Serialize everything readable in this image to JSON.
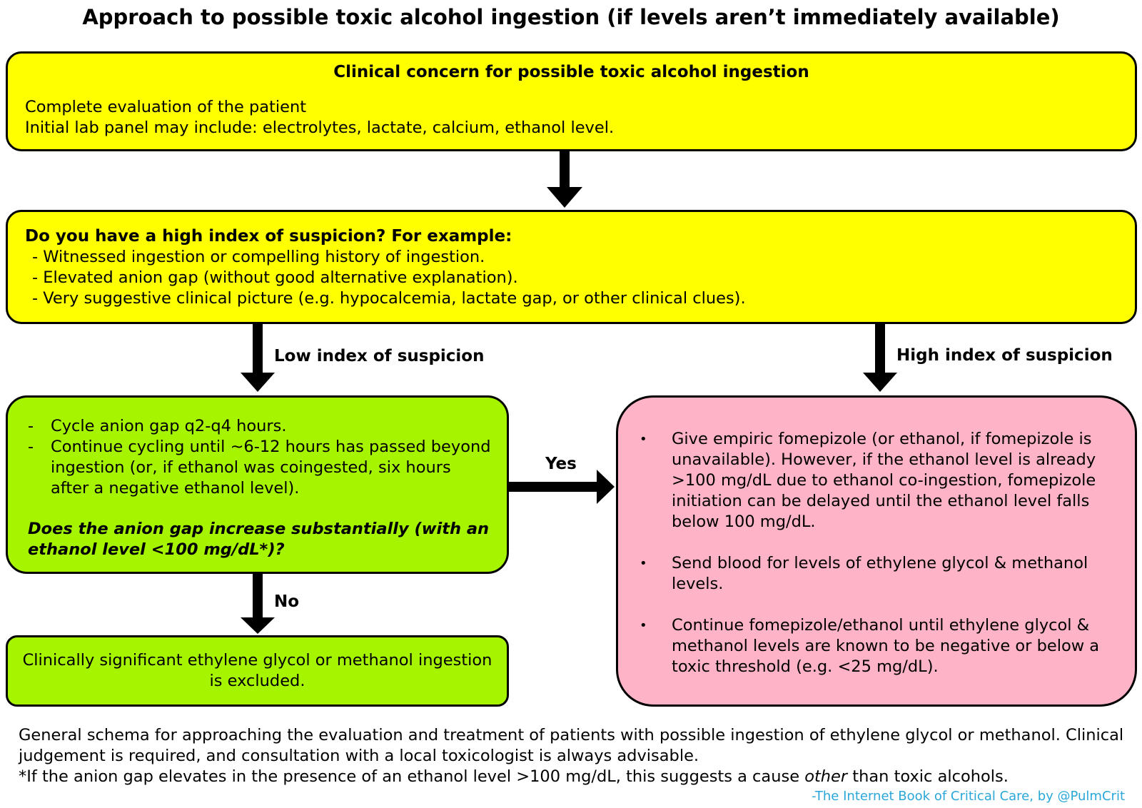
{
  "title": "Approach to possible toxic alcohol ingestion (if levels aren’t immediately available)",
  "concern_box": {
    "title": "Clinical concern for possible toxic alcohol ingestion",
    "lines": [
      "Complete evaluation of the patient",
      "Initial lab panel may include: electrolytes, lactate, calcium, ethanol level."
    ]
  },
  "suspicion_box": {
    "title": "Do you have a high index of suspicion?  For example:",
    "items": [
      "- Witnessed ingestion or compelling history of ingestion.",
      "- Elevated anion gap (without good alternative explanation).",
      "- Very suggestive clinical picture (e.g. hypocalcemia, lactate gap, or other clinical clues)."
    ]
  },
  "branches": {
    "low": "Low index of suspicion",
    "high": "High index of suspicion",
    "yes": "Yes",
    "no": "No"
  },
  "cycle_box": {
    "items": [
      "Cycle anion gap q2-q4 hours.",
      "Continue cycling until ~6-12 hours has passed beyond ingestion (or, if ethanol was coingested, six hours after a negative ethanol level)."
    ],
    "question": "Does the anion gap increase substantially (with an ethanol level <100 mg/dL*)?"
  },
  "excluded_box": {
    "text": "Clinically significant ethylene glycol or methanol ingestion is excluded."
  },
  "action_box": {
    "items": [
      "Give empiric fomepizole (or ethanol, if fomepizole is unavailable).  However, if the ethanol level is already >100 mg/dL due to ethanol co-ingestion, fomepizole initiation can be delayed until the ethanol level falls below 100 mg/dL.",
      "Send blood for levels of ethylene glycol & methanol levels.",
      "Continue fomepizole/ethanol until ethylene glycol & methanol levels are known to be negative or below a toxic threshold (e.g. <25 mg/dL)."
    ]
  },
  "footer": {
    "line1": "General schema for approaching the evaluation and treatment of patients with possible ingestion of ethylene glycol or methanol.  Clinical judgement is required, and consultation with a local toxicologist is always advisable.",
    "line2_pre": "*If the anion gap elevates in the presence of an ethanol level >100 mg/dL, this suggests a cause ",
    "line2_em": "other",
    "line2_post": " than toxic alcohols.",
    "credit": "-The Internet Book of Critical Care, by @PulmCrit"
  },
  "colors": {
    "yellow": "#ffff00",
    "green": "#a6f400",
    "pink": "#ffb3c6",
    "credit": "#2aa7d8"
  }
}
